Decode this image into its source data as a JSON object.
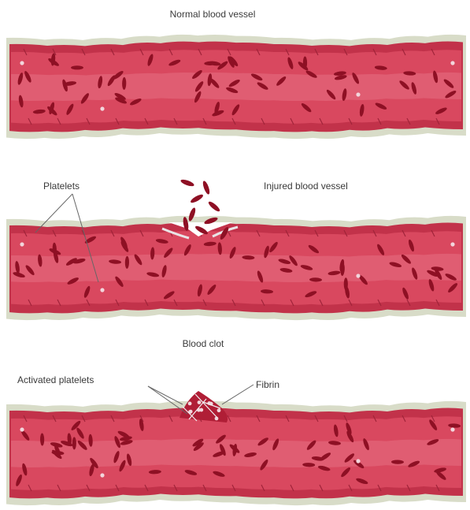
{
  "panels": [
    {
      "title": "Normal blood vessel"
    },
    {
      "title": "Injured blood vessel",
      "label": "Platelets"
    },
    {
      "title": "Blood clot",
      "labels": [
        "Activated platelets",
        "Fibrin"
      ]
    }
  ],
  "colors": {
    "vessel_outer": "#d8dcc8",
    "vessel_wall": "#c2324a",
    "vessel_lumen": "#d9485f",
    "lumen_highlight": "#e8788a",
    "blood_cell": "#8e1024",
    "platelet": "#f2d6dc",
    "fibrin": "#f0eef0",
    "clot": "#b01e36"
  },
  "icons": [
    "red-blood-cell-icon",
    "platelet-icon",
    "fibrin-strand-icon",
    "blood-clot-icon"
  ]
}
